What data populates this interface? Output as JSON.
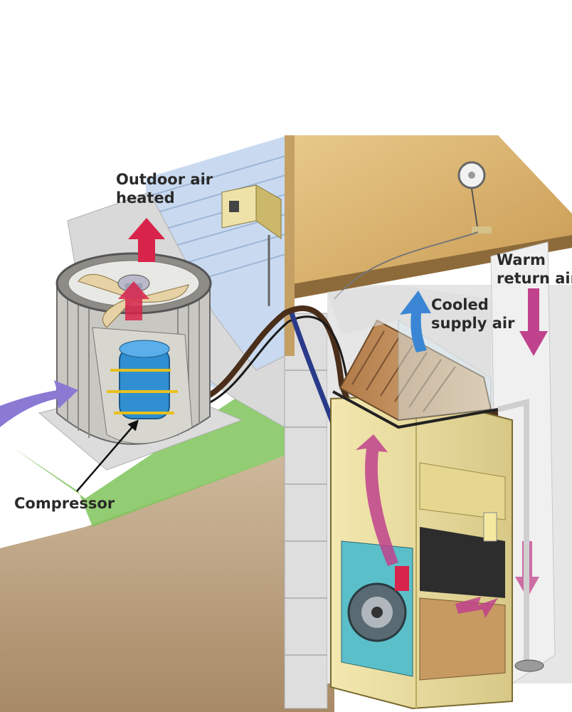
{
  "labels": {
    "outdoor_air": {
      "line1": "Outdoor air",
      "line2": "heated"
    },
    "cooled_supply": {
      "line1": "Cooled",
      "line2": "supply air"
    },
    "warm_return": {
      "line1": "Warm",
      "line2": "return air"
    },
    "compressor": "Compressor"
  },
  "colors": {
    "hot_air": "#d8244a",
    "cool_air": "#3a86d4",
    "return_air": "#c0428c",
    "intake_air": "#8a7ad4",
    "cabinet": "#ecdf9a",
    "wall_siding": "#c9daf0",
    "soil": "#b49a78",
    "grass": "#6cb84a",
    "compressor": "#2f8fd0"
  },
  "icons": [
    "fan-icon",
    "thermostat-icon",
    "disconnect-box-icon",
    "blower-icon",
    "drain-icon",
    "evaporator-coil-icon"
  ]
}
